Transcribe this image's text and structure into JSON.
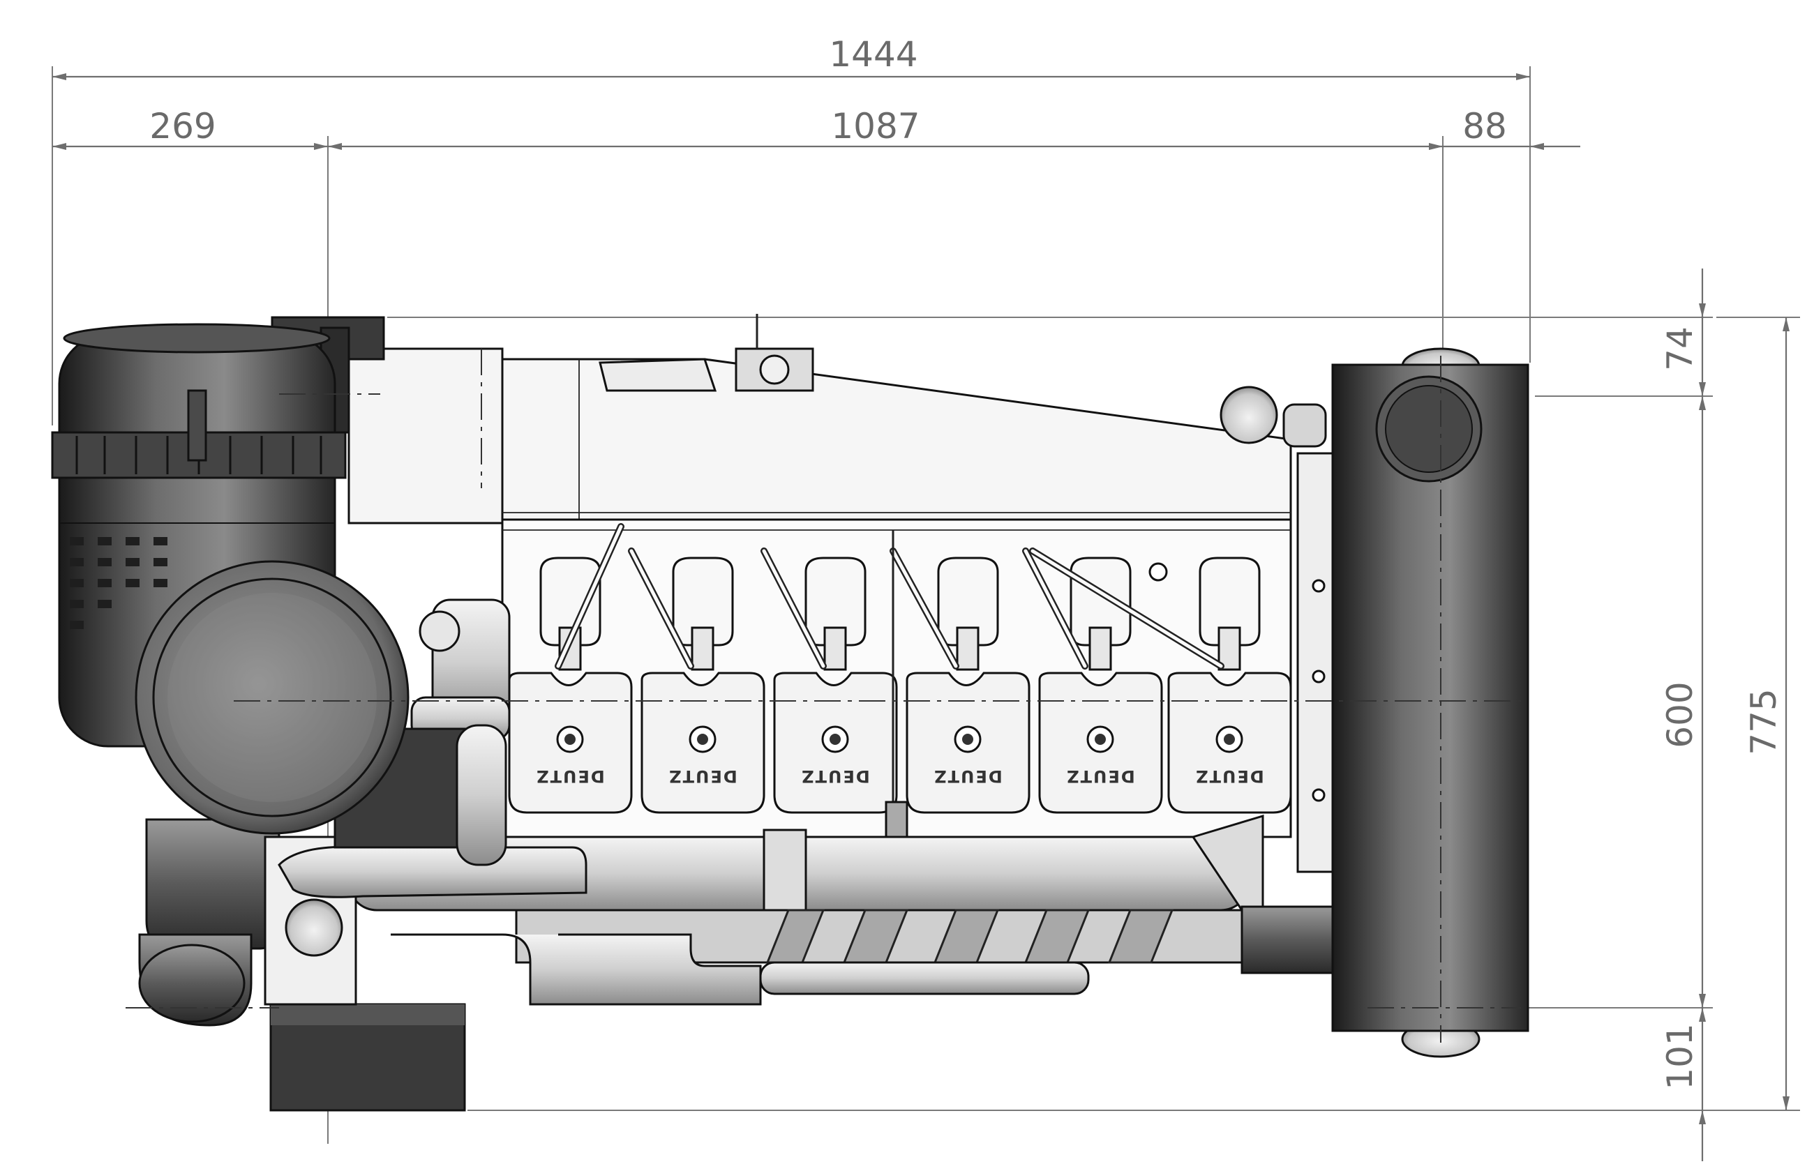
{
  "dimensions": {
    "overall_length": "1444",
    "front_offset": "269",
    "block_length": "1087",
    "rear_offset": "88",
    "top_offset": "74",
    "center_height": "600",
    "overall_height": "775",
    "bottom_offset": "101"
  },
  "engine": {
    "brand_mark": "DEUTZ",
    "cylinders_visible": 6
  },
  "colors": {
    "dimension_line": "#6e6e6e",
    "outline": "#111111",
    "dark_metal": "#2e2e2e",
    "mid_metal": "#8a8a8a",
    "light_metal": "#e6e6e6"
  }
}
